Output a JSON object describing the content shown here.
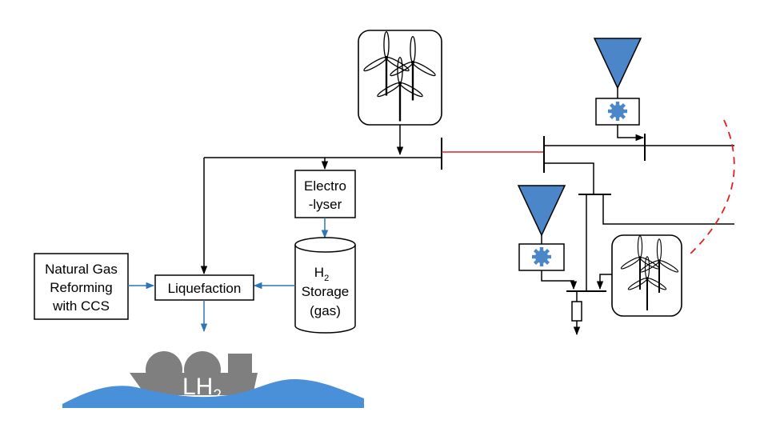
{
  "labels": {
    "natural_gas": [
      "Natural Gas",
      "Reforming",
      "with CCS"
    ],
    "liquefaction": "Liquefaction",
    "electrolyser": [
      "Electro",
      "-lyser"
    ],
    "storage": {
      "h": "H",
      "sub": "2",
      "line2": "Storage",
      "line3": "(gas)"
    },
    "ship": {
      "main": "LH",
      "sub": "2"
    }
  },
  "colors": {
    "line": "#000000",
    "flow": "#2e75b6",
    "link": "#e02020",
    "water": "#4a90d9",
    "hydro": "#4a86c8",
    "turbine_blue": "#4a86c8",
    "ship": "#7f7f7f"
  },
  "icons": [
    "wind-turbine-icon",
    "hydro-reservoir-icon",
    "hydro-turbine-icon",
    "load-icon",
    "ship-icon"
  ]
}
